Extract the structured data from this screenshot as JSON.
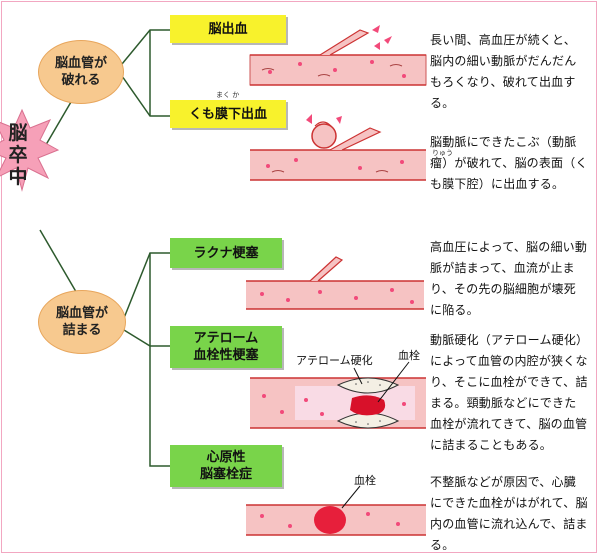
{
  "title": "脳卒中",
  "categories": {
    "rupture": "脳血管が\n破れる",
    "blockage": "脳血管が\n詰まる"
  },
  "types": [
    {
      "name": "脳出血",
      "description": "長い間、高血圧が続くと、脳内の細い動脈がだんだんもろくなり、破れて出血する。"
    },
    {
      "name": "くも膜下出血",
      "ruby": "まく  か",
      "description": "脳動脈にできたこぶ（動脈瘤）が破れて、脳の表面（くも膜下腔）に出血する。",
      "description_ruby": "りゅう"
    },
    {
      "name": "ラクナ梗塞",
      "description": "高血圧によって、脳の細い動脈が詰まって、血流が止まり、その先の脳細胞が壊死に陥る。"
    },
    {
      "name": "アテローム\n血栓性梗塞",
      "description": "動脈硬化（アテローム硬化）によって血管の内腔が狭くなり、そこに血栓ができて、詰まる。頸動脈などにできた血栓が流れてきて、脳の血管に詰まることもある。"
    },
    {
      "name": "心原性\n脳塞栓症",
      "description": "不整脈などが原因で、心臓にできた血栓がはがれて、脳内の血管に流れ込んで、詰まる。"
    }
  ],
  "illustration_labels": {
    "atheroma": "アテローム硬化",
    "thrombus": "血栓"
  },
  "colors": {
    "circle": "#f7c98f",
    "box_hemorrhage": "#f8f22c",
    "box_infarction": "#79d44a",
    "star": "#f6a0b8",
    "vessel": "#f6c3c3",
    "blood_dot": "#f24a7a",
    "clot": "#d8112a",
    "line": "#2d5a2d"
  }
}
